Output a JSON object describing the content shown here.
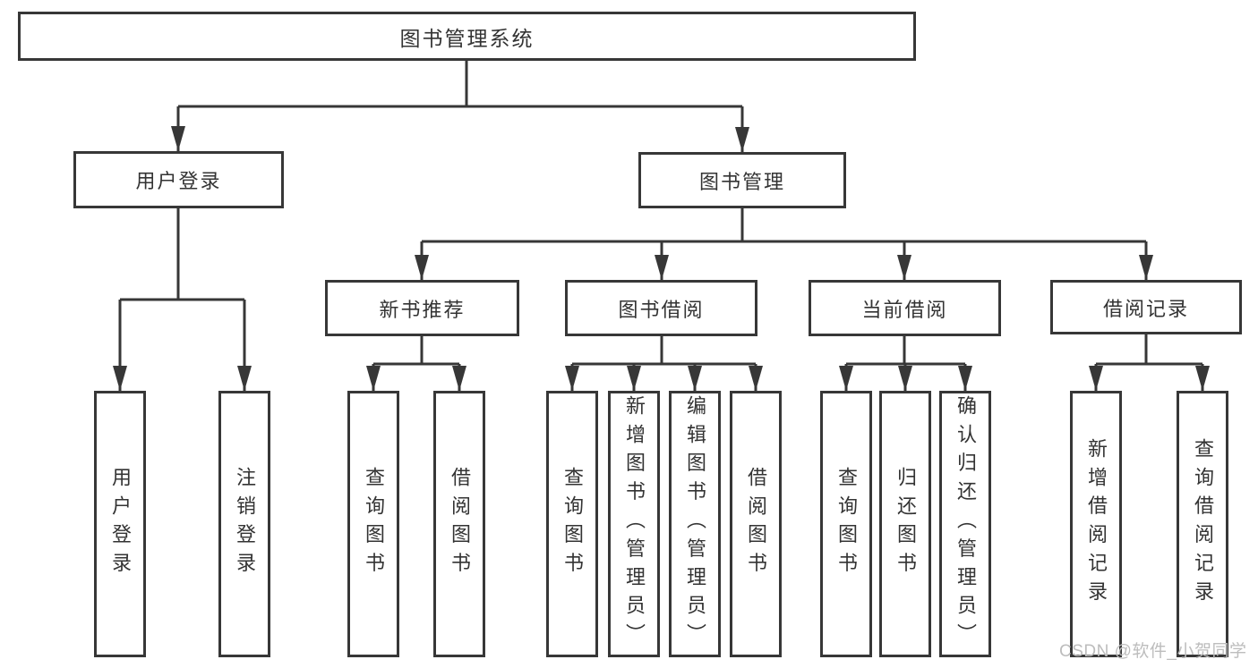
{
  "diagram_type": "hierarchy-tree",
  "colors": {
    "background": "#ffffff",
    "line": "#373737",
    "box_border": "#373737",
    "box_fill": "#ffffff",
    "text": "#333333",
    "watermark": "#bdbdbd"
  },
  "watermark": "CSDN @软件_小贺同学",
  "tree": {
    "label": "图书管理系统",
    "children": [
      {
        "label": "用户登录",
        "children": [
          {
            "label": "用户登录"
          },
          {
            "label": "注销登录"
          }
        ]
      },
      {
        "label": "图书管理",
        "children": [
          {
            "label": "新书推荐",
            "children": [
              {
                "label": "查询图书"
              },
              {
                "label": "借阅图书"
              }
            ]
          },
          {
            "label": "图书借阅",
            "children": [
              {
                "label": "查询图书"
              },
              {
                "label": "新增图书（管理员）"
              },
              {
                "label": "编辑图书（管理员）"
              },
              {
                "label": "借阅图书"
              }
            ]
          },
          {
            "label": "当前借阅",
            "children": [
              {
                "label": "查询图书"
              },
              {
                "label": "归还图书"
              },
              {
                "label": "确认归还（管理员）"
              }
            ]
          },
          {
            "label": "借阅记录",
            "children": [
              {
                "label": "新增借阅记录"
              },
              {
                "label": "查询借阅记录"
              }
            ]
          }
        ]
      }
    ]
  }
}
